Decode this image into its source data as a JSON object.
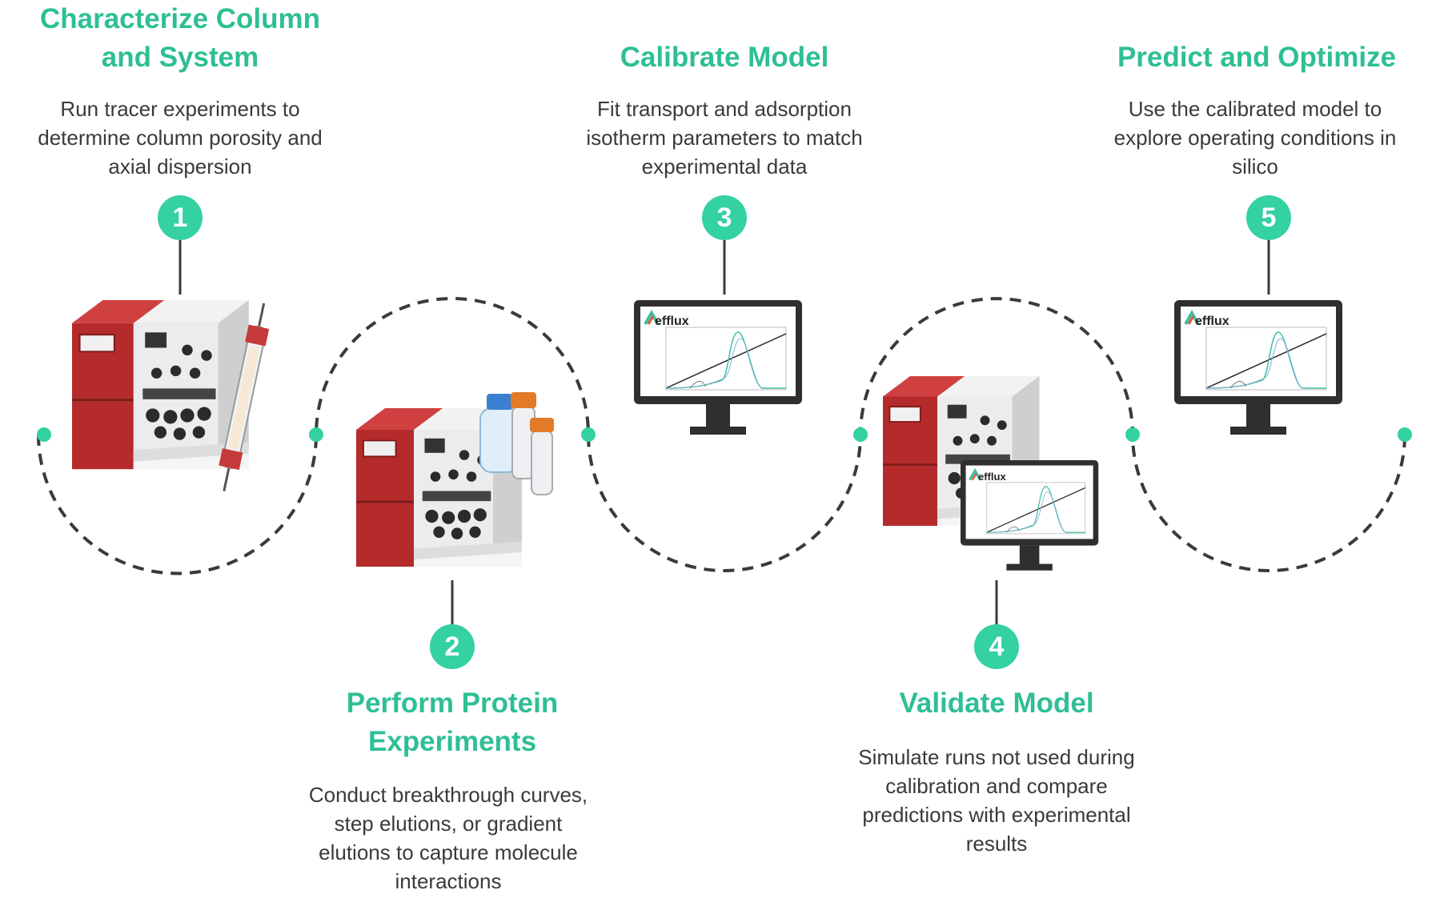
{
  "colors": {
    "accent": "#2ebf94",
    "badge": "#34d1a2",
    "text": "#3a3a3a",
    "dashed_path": "#3a3a3a",
    "instrument_red": "#b52a2a"
  },
  "steps": [
    {
      "number": "1",
      "title_line1": "Characterize Column",
      "title_line2": "and System",
      "desc_line1": "Run tracer experiments to",
      "desc_line2": "determine column porosity and",
      "desc_line3": "axial dispersion",
      "image_icons": [
        "chromatography-system-icon",
        "column-icon"
      ]
    },
    {
      "number": "2",
      "title_line1": "Perform Protein",
      "title_line2": "Experiments",
      "desc_line1": "Conduct breakthrough curves,",
      "desc_line2": "step elutions, or gradient",
      "desc_line3": "elutions to capture molecule",
      "desc_line4": "interactions",
      "image_icons": [
        "chromatography-system-icon",
        "reagent-bottles-icon"
      ]
    },
    {
      "number": "3",
      "title": "Calibrate Model",
      "desc_line1": "Fit transport and adsorption",
      "desc_line2": "isotherm parameters to match",
      "desc_line3": "experimental data",
      "image_icons": [
        "monitor-chromatogram-icon"
      ]
    },
    {
      "number": "4",
      "title": "Validate Model",
      "desc_line1": "Simulate runs not used during",
      "desc_line2": "calibration and compare",
      "desc_line3": "predictions with experimental",
      "desc_line4": "results",
      "image_icons": [
        "chromatography-system-icon",
        "monitor-chromatogram-icon"
      ]
    },
    {
      "number": "5",
      "title": "Predict and Optimize",
      "desc_line1": "Use the calibrated model to",
      "desc_line2": "explore operating conditions in",
      "desc_line3": "silico",
      "image_icons": [
        "monitor-chromatogram-icon"
      ]
    }
  ],
  "screen_logo": "efflux"
}
